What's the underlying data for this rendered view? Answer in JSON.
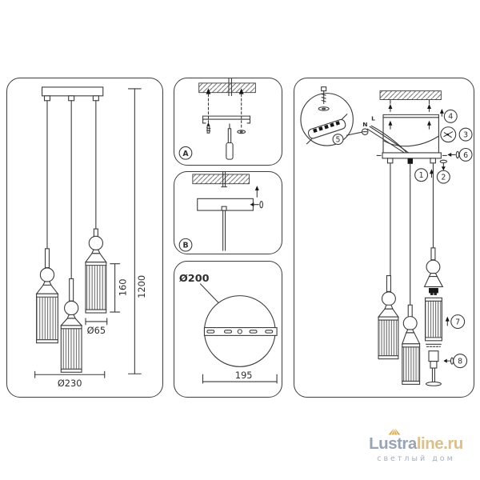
{
  "panels": {
    "overview": {
      "dim_total_height": "1200",
      "dim_shade_height": "160",
      "dim_shade_diameter": "Ø65",
      "dim_fixture_diameter": "Ø230"
    },
    "step_a": {
      "label": "A"
    },
    "step_b": {
      "label": "B"
    },
    "canopy_bracket": {
      "dim_diameter": "Ø200",
      "dim_length": "195"
    },
    "installation": {
      "wire_neutral": "N",
      "wire_live": "L",
      "callouts": [
        "1",
        "2",
        "3",
        "4",
        "5",
        "6",
        "7",
        "8"
      ]
    }
  },
  "logo": {
    "brand_primary": "Lustra",
    "brand_secondary": "line.ru",
    "tagline": "светлый дом"
  },
  "colors": {
    "drawing_line": "#3a3a3a",
    "logo_primary": "#98a4b6",
    "logo_gold": "#d9c08c",
    "logo_icon": "#d9af56",
    "logo_tagline": "#a6b0bf"
  },
  "icons": {
    "logo": "lampshade-icon"
  }
}
